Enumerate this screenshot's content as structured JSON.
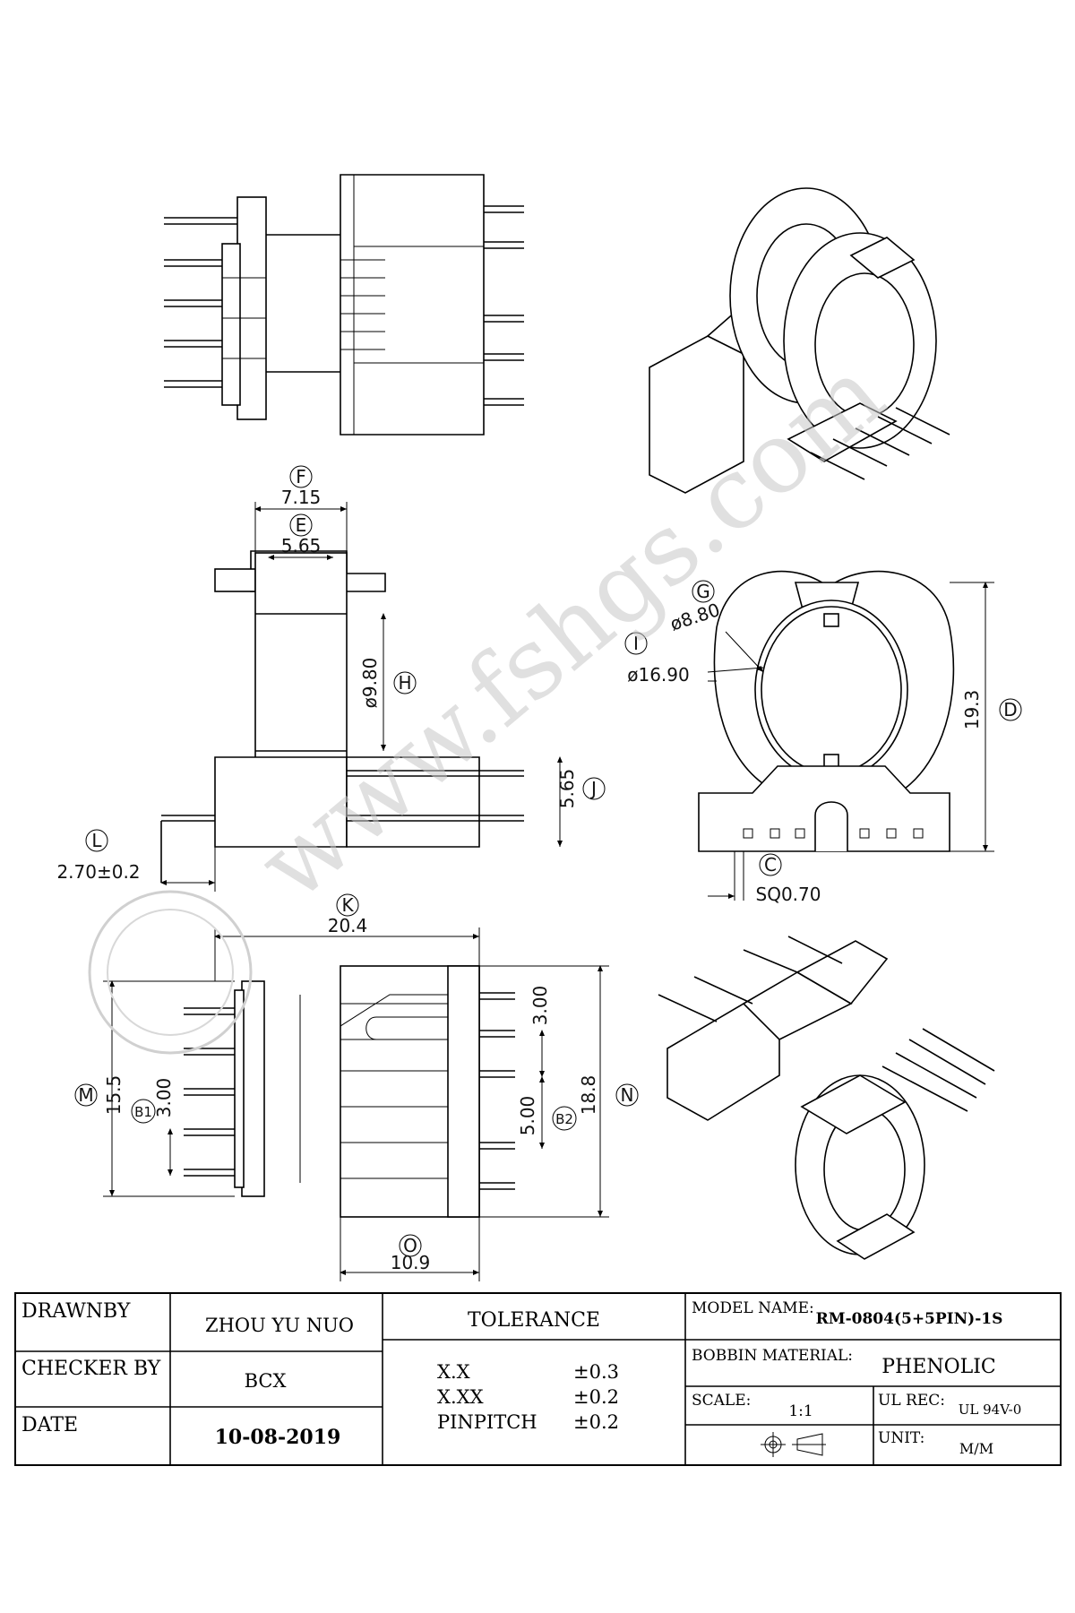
{
  "dimensions": {
    "F": {
      "letter": "F",
      "value": "7.15"
    },
    "E": {
      "letter": "E",
      "value": "5.65"
    },
    "H": {
      "letter": "H",
      "value": "ø9.80"
    },
    "J": {
      "letter": "J",
      "value": "5.65"
    },
    "L": {
      "letter": "L",
      "value": "2.70±0.2"
    },
    "G": {
      "letter": "G",
      "value": "ø8.80"
    },
    "I": {
      "letter": "I",
      "value": "ø16.90"
    },
    "D": {
      "letter": "D",
      "value": "19.3"
    },
    "C": {
      "letter": "C",
      "value": "SQ0.70"
    },
    "K": {
      "letter": "K",
      "value": "20.4"
    },
    "M": {
      "letter": "M",
      "value": "15.5"
    },
    "B1": {
      "letter": "B1",
      "value": "3.00"
    },
    "B2": {
      "letter": "B2",
      "value": "5.00"
    },
    "N": {
      "letter": "N",
      "value": "18.8"
    },
    "O": {
      "letter": "O",
      "value": "10.9"
    },
    "pin_top": {
      "value": "3.00"
    }
  },
  "watermark": "www.fshgs.com",
  "title_block": {
    "drawn_by_label": "DRAWNBY",
    "drawn_by_value": "ZHOU YU NUO",
    "checker_label": "CHECKER BY",
    "checker_value": "BCX",
    "date_label": "DATE",
    "date_value": "10-08-2019",
    "tolerance_label": "TOLERANCE",
    "tolerances": [
      {
        "name": "X.X",
        "value": "±0.3"
      },
      {
        "name": "X.XX",
        "value": "±0.2"
      },
      {
        "name": "PINPITCH",
        "value": "±0.2"
      }
    ],
    "model_label": "MODEL NAME:",
    "model_value": "RM-0804(5+5PIN)-1S",
    "material_label": "BOBBIN MATERIAL:",
    "material_value": "PHENOLIC",
    "scale_label": "SCALE:",
    "scale_value": "1:1",
    "ul_label": "UL REC:",
    "ul_value": "UL 94V-0",
    "unit_label": "UNIT:",
    "unit_value": "M/M"
  }
}
